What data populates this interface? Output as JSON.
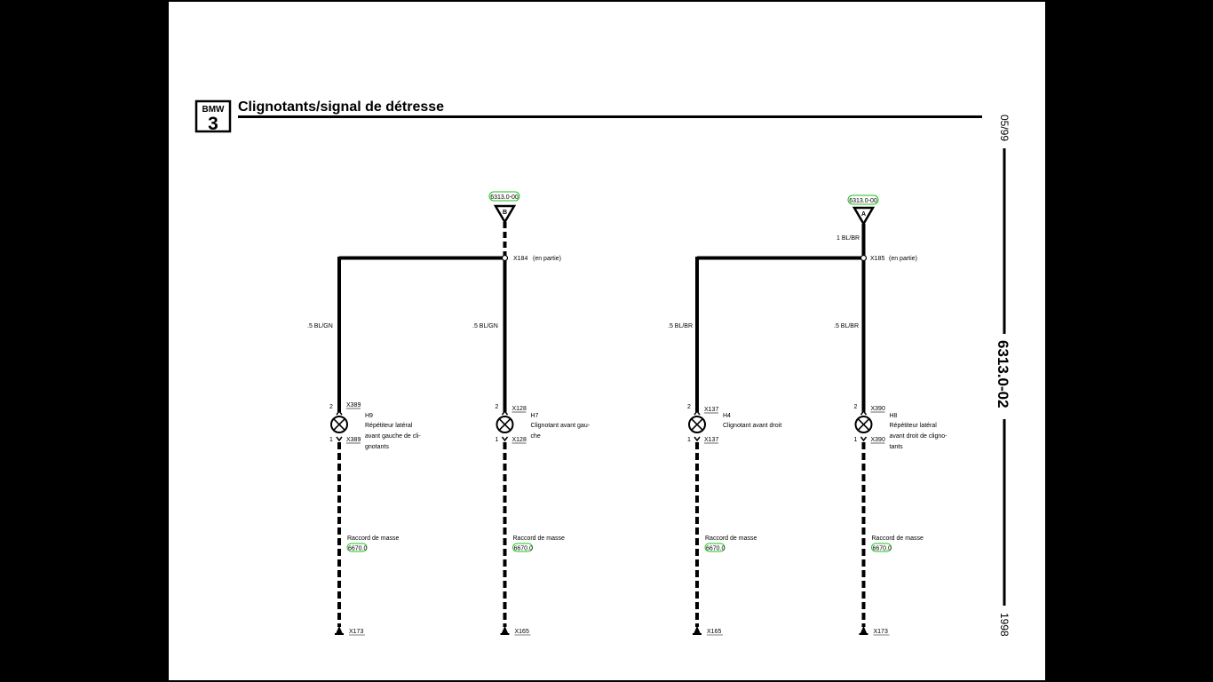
{
  "header": {
    "logo_brand": "BMW",
    "logo_series": "3",
    "title": "Clignotants/signal de détresse"
  },
  "side": {
    "date": "05/99",
    "code": "6313.0-02",
    "year": "1998"
  },
  "colors": {
    "ref_highlight": "#19c419",
    "line": "#000000"
  },
  "sources": [
    {
      "ref": "6313.0-00",
      "letter": "B"
    },
    {
      "ref": "6313.0-00",
      "letter": "A"
    }
  ],
  "wire_A_feed": "1 BL/BR",
  "splices": [
    {
      "connector": "X184",
      "note": "(en partie)"
    },
    {
      "connector": "X185",
      "note": "(en partie)"
    }
  ],
  "branches": [
    {
      "wire": ".5 BL/GN",
      "pin_top": "2",
      "conn_top": "X389",
      "pin_bot": "1",
      "conn_bot": "X389",
      "code": "H9",
      "desc": [
        "Répétiteur latéral",
        "avant gauche de cli-",
        "gnotants"
      ],
      "ground_label": "Raccord de masse",
      "ground_ref": "6670.0",
      "ground_conn": "X173"
    },
    {
      "wire": ".5 BL/GN",
      "pin_top": "2",
      "conn_top": "X128",
      "pin_bot": "1",
      "conn_bot": "X128",
      "code": "H7",
      "desc": [
        "Clignotant avant gau-",
        "che"
      ],
      "ground_label": "Raccord de masse",
      "ground_ref": "6670.0",
      "ground_conn": "X165"
    },
    {
      "wire": ".5 BL/BR",
      "pin_top": "2",
      "conn_top": "X137",
      "pin_bot": "1",
      "conn_bot": "X137",
      "code": "H4",
      "desc": [
        "Clignotant avant droit"
      ],
      "ground_label": "Raccord de masse",
      "ground_ref": "6670.0",
      "ground_conn": "X165"
    },
    {
      "wire": ".5 BL/BR",
      "pin_top": "2",
      "conn_top": "X390",
      "pin_bot": "1",
      "conn_bot": "X390",
      "code": "H8",
      "desc": [
        "Répétiteur latéral",
        "avant droit de cligno-",
        "tants"
      ],
      "ground_label": "Raccord de masse",
      "ground_ref": "6670.0",
      "ground_conn": "X173"
    }
  ]
}
